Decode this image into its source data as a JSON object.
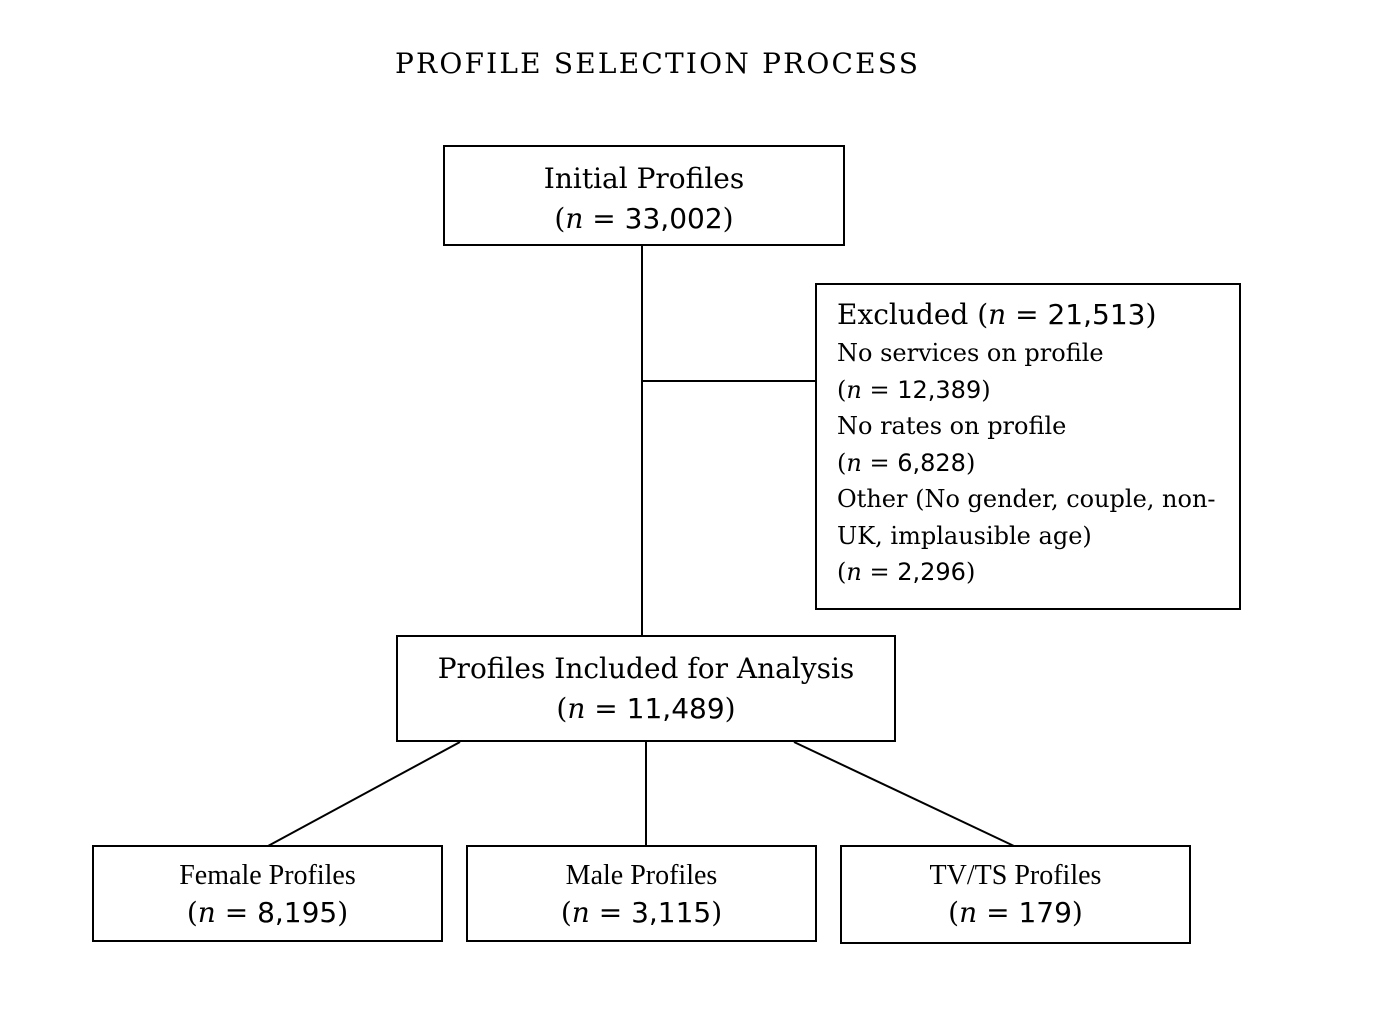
{
  "title": "PROFILE SELECTION PROCESS",
  "nodes": {
    "initial": {
      "label": "Initial Profiles",
      "count": "33,002"
    },
    "excluded": {
      "label": "Excluded",
      "count": "21,513",
      "reasons": [
        {
          "label": "No services on profile",
          "count": "12,389"
        },
        {
          "label": "No rates on profile",
          "count": "6,828"
        },
        {
          "label_line1": "Other (No gender, couple, non-",
          "label_line2": "UK, implausible age)",
          "count": "2,296"
        }
      ]
    },
    "included": {
      "label": "Profiles Included for Analysis",
      "count": "11,489"
    },
    "female": {
      "label": "Female Profiles",
      "count": "8,195"
    },
    "male": {
      "label": "Male Profiles",
      "count": "3,115"
    },
    "tvts": {
      "label": "TV/TS Profiles",
      "count": "179"
    }
  },
  "notation": {
    "variable": "n",
    "equals": "="
  },
  "colors": {
    "line": "#000000",
    "background": "#ffffff"
  }
}
